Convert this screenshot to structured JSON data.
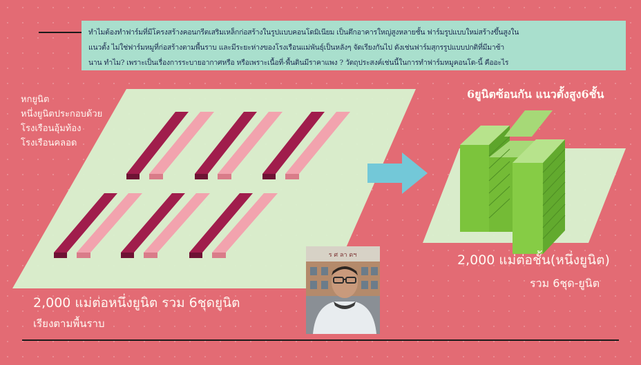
{
  "caption": {
    "line1": "ทำไมต้องทำฟาร์มที่มีโครงสร้างคอนกรีตเสริมเหล็กก่อสร้างในรูปแบบคอนโดมิเนียม เป็นตึกอาคารใหญ่สูงหลายชั้น ฟาร์มรูปแบบใหม่สร้างขึ้นสูงใน",
    "line2": "แนวตั้ง ไม่ใช่ฟาร์มหมูที่ก่อสร้างตามพื้นราบ และมีระยะห่างของโรงเรือนแม่พันธุ์เป็นหลังๆ จัดเรียงกันไป ดังเช่นฟาร์มสุกรรูปแบบปกติที่มีมาช้า",
    "line3": "นาน ทำไม? เพราะเป็นเรื่องการระบายอากาศหรือ หรือเพราะเนื้อที่-พื้นดินมีราคาแพง ? วัตถุประสงค์เช่นนี้ในการทำฟาร์มหมูคอนโด-นี้ คืออะไร"
  },
  "left_label": {
    "l1": "หกยูนิต",
    "l2": "หนึ่งยูนิตประกอบด้วย",
    "l3": "โรงเรือนอุ้มท้อง",
    "l4": "โรงเรือนคลอด"
  },
  "right_title": "6ยูนิตซ้อนกัน แนวตั้งสูง6ชั้น",
  "bottom_left": {
    "l1": "2,000 แม่ต่อหนึ่งยูนิต รวม 6ชุดยูนิต",
    "l2": "เรียงตามพื้นราบ"
  },
  "bottom_right": {
    "l1": "2,000 แม่ต่อชั้น(หนึ่งยูนิต)",
    "l2": "รวม 6ชุด-ยูนิต"
  },
  "photo": {
    "sign_text": "ร  ศ  ลา  ดฯ"
  },
  "colors": {
    "background": "#e36b74",
    "caption_bg": "#a9dfcd",
    "plane": "#d9f1cf",
    "dark_bar": "#9f1d4a",
    "light_bar": "#f2a3ae",
    "arrow": "#73c8d8",
    "building_green": "#7cc43c"
  },
  "icons": {
    "arrow": "right-arrow-icon"
  }
}
